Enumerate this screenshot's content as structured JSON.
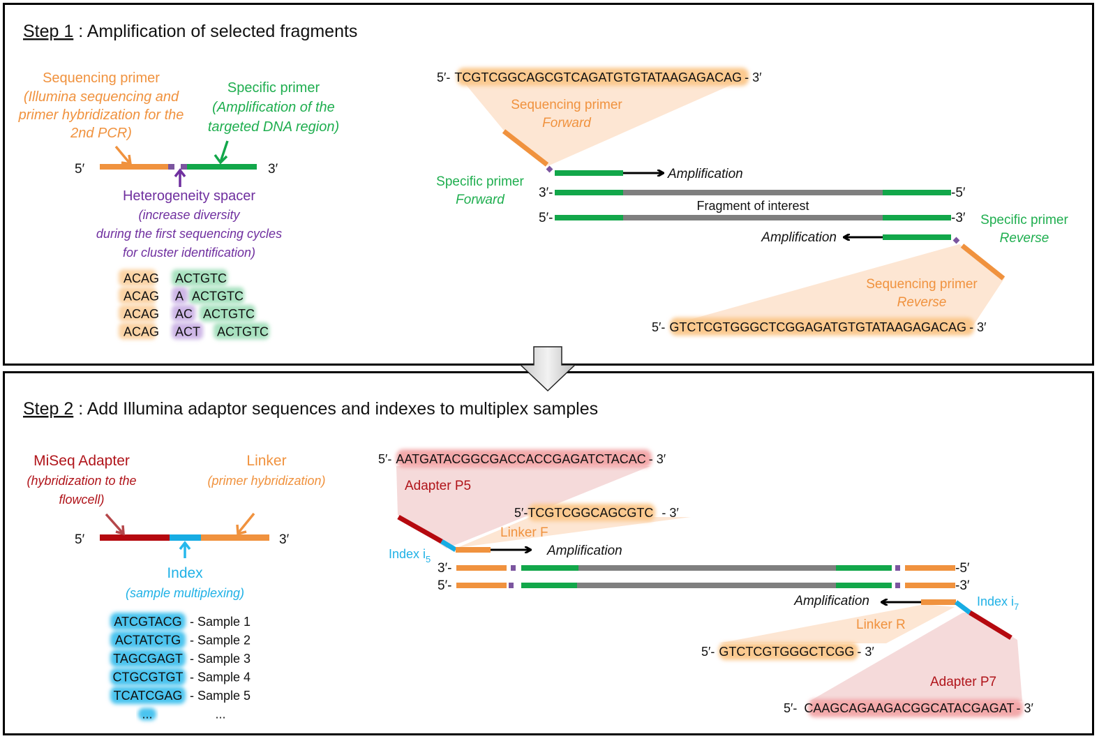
{
  "colors": {
    "sequencing_primer": "#f0923e",
    "specific_primer": "#12a74a",
    "spacer": "#7b559f",
    "fragment": "#7f7f7f",
    "adapter": "#b5090f",
    "index": "#17ace3",
    "orange_highlight": "#fbd3a4",
    "green_highlight": "#a7e1bf",
    "purple_highlight": "#cdb6e6",
    "red_highlight": "#f3a9aa",
    "cyan_highlight": "#4cc4ef",
    "orange_fan": "#fde6d3",
    "red_fan": "#f5dada"
  },
  "step1": {
    "title_prefix": "Step 1",
    "title_rest": " : Amplification of selected fragments",
    "schematic": {
      "five_prime": "5′",
      "three_prime": "3′",
      "seq_primer_label": "Sequencing primer",
      "seq_primer_desc": [
        "(Illumina sequencing and",
        "primer hybridization for the",
        "2nd PCR)"
      ],
      "specific_primer_label": "Specific primer",
      "specific_primer_desc": [
        "(Amplification of the",
        "targeted DNA region)"
      ],
      "spacer_label": "Heterogeneity spacer",
      "spacer_desc": [
        "(increase  diversity",
        "during the first sequencing cycles",
        "for cluster identification)"
      ]
    },
    "spacer_examples": [
      {
        "primer": "ACAG",
        "spacer": "",
        "specific": "ACTGTC"
      },
      {
        "primer": "ACAG",
        "spacer": "A",
        "specific": "ACTGTC"
      },
      {
        "primer": "ACAG",
        "spacer": "AC",
        "specific": "ACTGTC"
      },
      {
        "primer": "ACAG",
        "spacer": "ACT",
        "specific": "ACTGTC"
      }
    ],
    "forward_seq": {
      "prefix": "5′-",
      "sequence": "TCGTCGGCAGCGTCAGATGTGTATAAGAGACAG",
      "suffix": "- 3′"
    },
    "seq_primer_forward": [
      "Sequencing primer",
      "Forward"
    ],
    "specific_primer_forward": [
      "Specific primer",
      "Forward"
    ],
    "amplification": "Amplification",
    "strand_top_left": "3′-",
    "strand_top_right": "-5′",
    "strand_bottom_left": "5′-",
    "strand_bottom_right": "-3′",
    "fragment_label": "Fragment of interest",
    "specific_primer_reverse": [
      "Specific primer",
      "Reverse"
    ],
    "seq_primer_reverse": [
      "Sequencing primer",
      "Reverse"
    ],
    "reverse_seq": {
      "prefix": "5′-",
      "sequence": "GTCTCGTGGGCTCGGAGATGTGTATAAGAGACAG",
      "suffix": "- 3′"
    }
  },
  "step2": {
    "title_prefix": "Step 2",
    "title_rest": " : Add Illumina adaptor sequences and indexes to multiplex samples",
    "schematic": {
      "five_prime": "5′",
      "three_prime": "3′",
      "adapter_label": "MiSeq Adapter",
      "adapter_desc": [
        "(hybridization to the",
        "flowcell)"
      ],
      "linker_label": "Linker",
      "linker_desc": "(primer hybridization)",
      "index_label": "Index",
      "index_desc": "(sample multiplexing)"
    },
    "samples": [
      {
        "index": "ATCGTACG",
        "label": "- Sample 1"
      },
      {
        "index": "ACTATCTG",
        "label": "- Sample 2"
      },
      {
        "index": "TAGCGAGT",
        "label": "- Sample 3"
      },
      {
        "index": "CTGCGTGT",
        "label": "- Sample 4"
      },
      {
        "index": "TCATCGAG",
        "label": "- Sample 5"
      },
      {
        "index": "...",
        "label": "..."
      }
    ],
    "p5_seq": {
      "prefix": "5′-",
      "sequence": "AATGATACGGCGACCACCGAGATCTACAC",
      "suffix": "- 3′"
    },
    "adapter_p5": "Adapter P5",
    "linker_f_seq": {
      "prefix": "5′-",
      "sequence": "TCGTCGGCAGCGTC",
      "suffix": "- 3′"
    },
    "linker_f": "Linker F",
    "index_i5": "Index i",
    "index_i5_sub": "5",
    "amplification": "Amplification",
    "strand_top_left": "3′-",
    "strand_top_right": "-5′",
    "strand_bottom_left": "5′-",
    "strand_bottom_right": "-3′",
    "index_i7": "Index i",
    "index_i7_sub": "7",
    "linker_r": "Linker R",
    "linker_r_seq": {
      "prefix": "5′-",
      "sequence": "GTCTCGTGGGCTCGG",
      "suffix": "- 3′"
    },
    "adapter_p7": "Adapter P7",
    "p7_seq": {
      "prefix": "5′-",
      "sequence": "CAAGCAGAAGACGGCATACGAGAT",
      "suffix": "- 3′"
    }
  }
}
